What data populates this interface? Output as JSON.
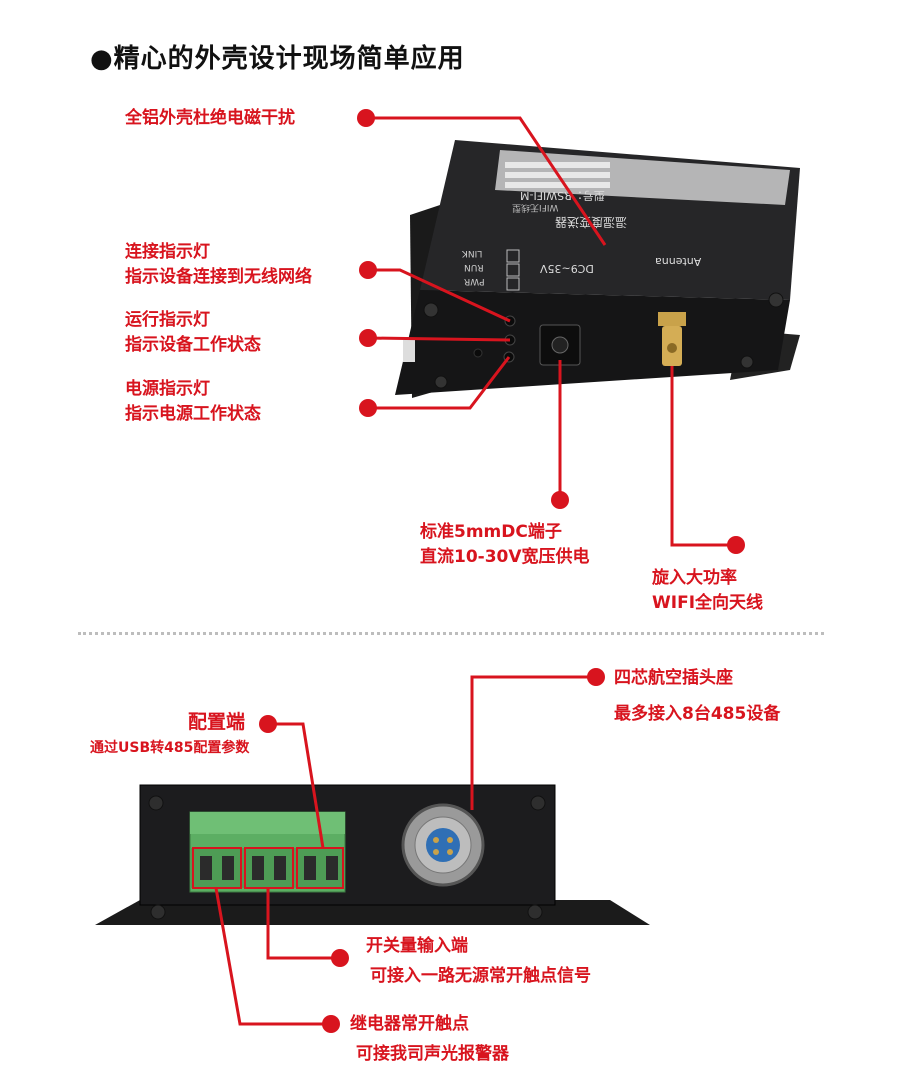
{
  "header": {
    "title": "●精心的外壳设计现场简单应用"
  },
  "top_device": {
    "label_panel": {
      "model": "型号：RSWIFI-M",
      "name": "温湿度变送器",
      "sub": "WIFI无线型",
      "antenna": "Antenna",
      "power": "DC9~35V",
      "leds": [
        "LINK",
        "RUN",
        "PWR"
      ]
    },
    "callouts": {
      "shell": "全铝外壳杜绝电磁干扰",
      "link_title": "连接指示灯",
      "link_desc": "指示设备连接到无线网络",
      "run_title": "运行指示灯",
      "run_desc": "指示设备工作状态",
      "pwr_title": "电源指示灯",
      "pwr_desc": "指示电源工作状态",
      "dc_title": "标准5mmDC端子",
      "dc_desc": "直流10-30V宽压供电",
      "ant_title": "旋入大功率",
      "ant_desc": "WIFI全向天线"
    }
  },
  "bottom_device": {
    "callouts": {
      "config_title": "配置端",
      "config_desc": "通过USB转485配置参数",
      "aviation_title": "四芯航空插头座",
      "aviation_desc": "最多接入8台485设备",
      "switch_title": "开关量输入端",
      "switch_desc": "可接入一路无源常开触点信号",
      "relay_title": "继电器常开触点",
      "relay_desc": "可接我司声光报警器"
    }
  },
  "colors": {
    "accent": "#d8141e",
    "device": "#1c1c1e",
    "terminal": "#5cae63",
    "connector": "#2f6fb5"
  }
}
